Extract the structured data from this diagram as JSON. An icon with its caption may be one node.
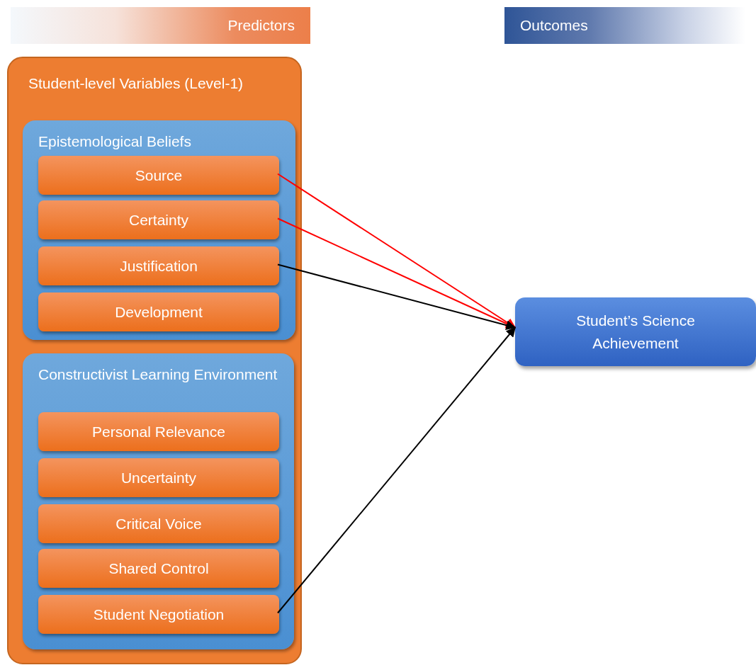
{
  "diagram": {
    "nodes": [
      {
        "text": [
          "Predictors"
        ]
      },
      {
        "text": [
          "Outcomes"
        ]
      },
      {
        "text": [
          "Student-level Variables (Level-1)"
        ]
      },
      {
        "text": [
          "Epistemological Beliefs"
        ],
        "in": 2
      },
      {
        "text": [
          "Source"
        ],
        "in": 3
      },
      {
        "text": [
          "Certainty"
        ],
        "in": 3
      },
      {
        "text": [
          "Justification"
        ],
        "in": 3
      },
      {
        "text": [
          "Development"
        ],
        "in": 3
      },
      {
        "text": [
          "Constructivist Learning Environment"
        ],
        "in": 2
      },
      {
        "text": [
          "Personal Relevance"
        ],
        "in": 8
      },
      {
        "text": [
          "Uncertainty"
        ],
        "in": 8
      },
      {
        "text": [
          "Critical Voice"
        ],
        "in": 8
      },
      {
        "text": [
          "Shared Control"
        ],
        "in": 8
      },
      {
        "text": [
          "Student Negotiation"
        ],
        "in": 8
      },
      {
        "text": [
          "Student’s Science Achievement"
        ]
      }
    ],
    "edges": [
      {
        "from": 4,
        "to": 14,
        "arrow": "to",
        "color": "#ff0000"
      },
      {
        "from": 5,
        "to": 14,
        "arrow": "to",
        "color": "#ff0000"
      },
      {
        "from": 6,
        "to": 14,
        "arrow": "to",
        "color": "#000000"
      },
      {
        "from": 13,
        "to": 14,
        "arrow": "to",
        "color": "#000000"
      }
    ]
  }
}
